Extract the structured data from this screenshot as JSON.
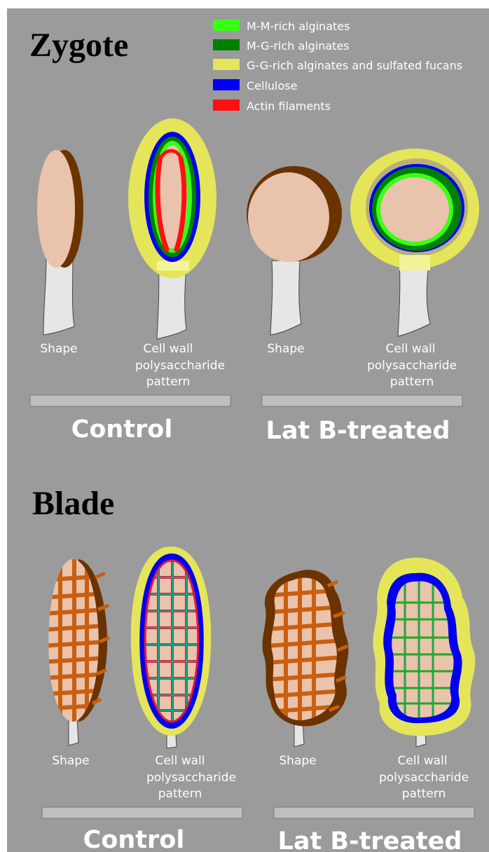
{
  "headings": {
    "zygote": "Zygote",
    "blade": "Blade"
  },
  "legend": [
    {
      "label": "M-M-rich alginates",
      "color": "#39ff14"
    },
    {
      "label": "M-G-rich alginates",
      "color": "#008000"
    },
    {
      "label": "G-G-rich alginates and sulfated fucans",
      "color": "#e5e55a"
    },
    {
      "label": "Cellulose",
      "color": "#0000ee"
    },
    {
      "label": "Actin filaments",
      "color": "#ff1010"
    }
  ],
  "labels": {
    "shape": "Shape",
    "pattern_line1": "Cell wall",
    "pattern_line2": "polysaccharide",
    "pattern_line3": "pattern"
  },
  "conditions": {
    "control": "Control",
    "latb": "Lat B-treated"
  },
  "colors": {
    "background": "#9b9b9b",
    "cytoplasm": "#e9c3ac",
    "brown": "#6b3300",
    "orange": "#c95f10",
    "rhizoid": "#e6e6e6"
  }
}
